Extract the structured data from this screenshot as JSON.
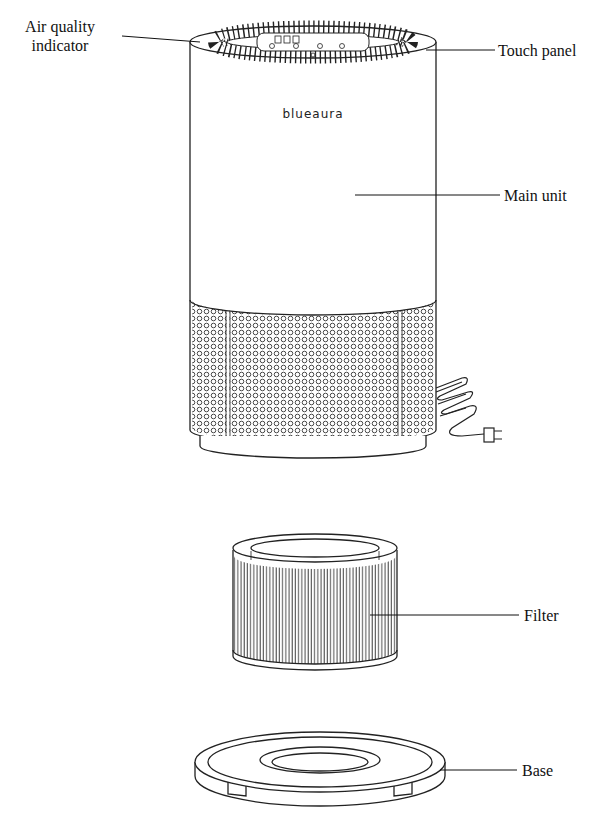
{
  "diagram": {
    "labels": [
      "Air quality indicator",
      "Touch panel",
      "Main unit",
      "Filter",
      "Base",
      "blueaura"
    ]
  }
}
